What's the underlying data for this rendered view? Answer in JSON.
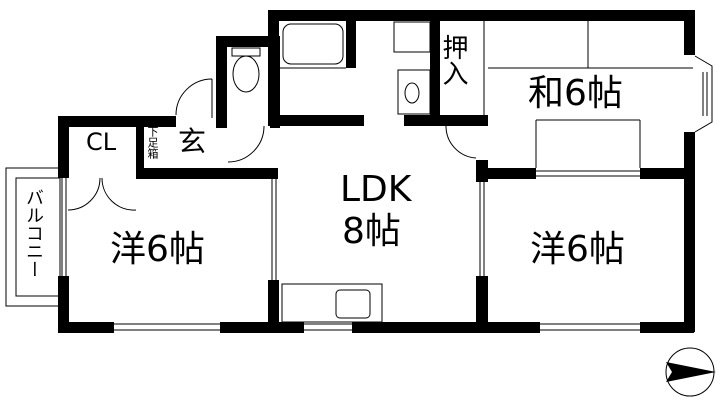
{
  "floorplan": {
    "rooms": {
      "washitsu": {
        "label": "和6帖",
        "type": "Japanese-style room",
        "size_jo": 6
      },
      "youshitsu_left": {
        "label": "洋6帖",
        "type": "Western-style room",
        "size_jo": 6
      },
      "youshitsu_right": {
        "label": "洋6帖",
        "type": "Western-style room",
        "size_jo": 6
      },
      "ldk": {
        "label_line1": "LDK",
        "label_line2": "8帖",
        "size_jo": 8
      },
      "closet": {
        "label": "CL"
      },
      "shoe_box": {
        "label": "下足箱"
      },
      "entrance": {
        "label": "玄"
      },
      "oshiire": {
        "label": "押入"
      },
      "balcony": {
        "label": "バルコニー"
      }
    },
    "fixtures": [
      "toilet",
      "bathtub",
      "washing-machine",
      "wash-basin",
      "kitchen-counter",
      "kitchen-sink"
    ],
    "compass": {
      "direction": "east-pointing-arrow"
    },
    "colors": {
      "wall": "#000000",
      "background": "#ffffff",
      "line": "#000000"
    }
  }
}
